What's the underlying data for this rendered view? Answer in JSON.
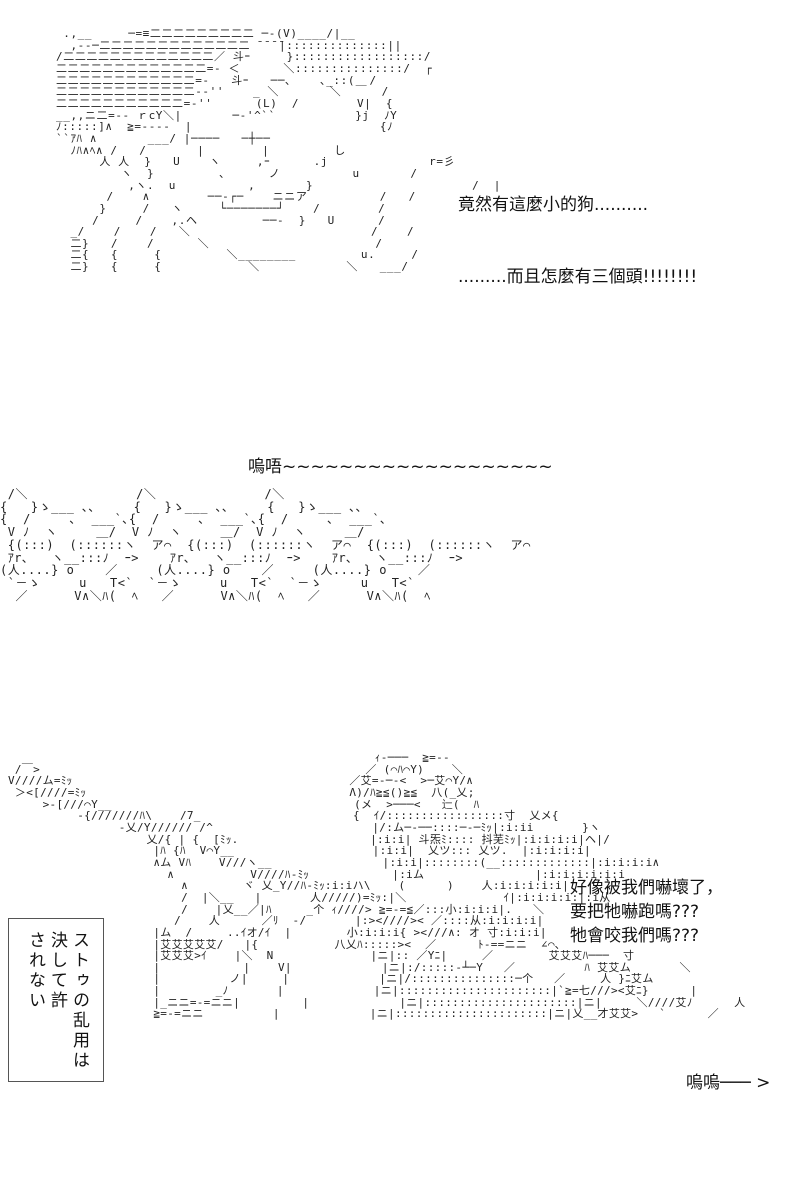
{
  "panel1": {
    "dialogue": [
      "竟然有這麼小的狗..........",
      ".........而且怎麼有三個頭!!!!!!!!"
    ],
    "art": [
      " .,__     ─=≡二二二二二二二二二 ─-(V)____/|__",
      "  ,-‐─二二二二二二二二二二二二二 ̄ ̄ ̄ ̄|::::::::::::::|| ",
      "/二二二二二二二二二二二二二／ 斗ｰ     }::::::::::::::::::/",
      "二二二二二二二二二二二二二=- ＜      ＼:::::::::::::::/  ┌",
      "二二二二二二二二二二二二=-   斗ｰ   ──､    ､_::(  /",
      "二二二二二二二二二二二二-‐''    _ ＼       ＼  ￣  /",
      "二二二二二二二二二二二=-''      (L)  /        V|  {",
      "__,,ニ二=-‐ ｒcY＼|       ─‐'^``           }j  ﾉY",
      "ﾉ:::::]∧  ≧=----  |                          {ﾉ",
      "``ｱﾊ ∧       ___/ |────   ─┼──",
      "  ﾉﾊ∧ﾍ∧ /   /       |        |         し",
      "      人 人  }   U    ヽ     ,ｰ      .j              r=彡",
      "         ヽ  }         ､      ノ          u       /",
      "          ,ヽ.  u          ,       }                      /  |",
      "       /    ∧        ──‐┌─    ニニア          /   /",
      "      }     /   ヽ     └───────┘    /        /",
      "     /     /    ,.ヘ         ──‐  }   U      /",
      "  _/    /    /   ＼                         /    /",
      "  二}   /    /      ＼                       /",
      "  二{   {     {         ＼________         u.     /",
      "  二}   {     {            ＼            ＼   ___/"
    ]
  },
  "panel2": {
    "dialogue": "嗚唔~~~~~~~~~~~~~~~~~~~",
    "art": [
      " /＼              /＼              /＼",
      "{   }ゝ___ ､､     {   }ゝ___ ､､     {   }ゝ___ ､､",
      "{  /     ､  ___`､{  /     ､  ___`､{  /     ､  ___`､",
      " V ﾉ  ヽ     ＿/  V ﾉ  ヽ     ＿/  V ﾉ  ヽ     ＿/",
      " {(:::)  (::::::ヽ  ア⌒  {(:::)  (::::::ヽ  ア⌒  {(:::)  (::::::ヽ  ア⌒",
      " ｱr､   ヽ__:::ﾉ  ｰ>    ｱr､   ヽ__:::ﾉ  ｰ>    ｱr､   ヽ__:::ﾉ  ｰ>",
      "(人....} o    ／     (人....} o    ／     (人....} o    ／",
      " `－ゝ     u   T<`  `－ゝ     u   T<`  `－ゝ     u   T<`",
      "  ／      V∧＼ﾊ(  ﾍ   ／      V∧＼ﾊ(  ﾍ   ／      V∧＼ﾊ(  ﾍ"
    ]
  },
  "panel3": {
    "dialogue": "好像被我們嚇壞了，\n要把牠嚇跑嗎???\n牠會咬我們嗎???",
    "sound": "嗚嗚─── >",
    "sign": [
      "ストゥの乱用は",
      "決して許",
      "されない"
    ],
    "art": [
      "                                                     ｨ‐───  ≧=--",
      " /￣>                                               ／ (⌒ﾊ⌒Y)    ＼",
      "V////ム=ﾐｯ                                        ／艾=-─-<  >─艾⌒Y/∧",
      " ＞<[////=ﾐｯ                                      Λ)/ﾊ≧≦()≧≦  八(_乂;",
      "     >-[///⌒Y__                                   (メ  >───<   辷(  ﾊ",
      "          -{///////ﾊ\\    /7_                      {  ｲ/:::::::::::::::::寸  乂メ{",
      "                -乂/Y////// /^                       |/:ム─‐──::::─‐─ﾐｯ|:i:ii       }ヽ",
      "                    乂/{ | {  [ﾐｯ.                   |:i:i| 斗炁ﾐ:::: 抖芜ﾐｯ|:i:i:i:i|ヘ|/",
      "                     |ﾊ {ﾊ  V⌒Y__                    |:i:i|  乂ツ::: 乂ツ.  |:i:i:i:i|",
      "                     ∧ム Vﾊ    V///ヽ__                |:i:i|::::::::(__:::::::::::::|:i:i:i:i∧",
      "                       ∧           V////ﾊ-ﾐｯ            |:iム                |:i:i:i:i:i:i",
      "                         ∧        ヾ 乂_Y//ﾊ-ﾐｯ:i:iハ\\    (      )    人:i:i:i:i:i|",
      "                         /  |＼__   |       人/////)=ﾐｯ:|＼              ｲ|:i:i:i:i:|:i从",
      "                         /    |乂__／|ﾊ     _个 ｨ////> ≧=-=≦／:::小:i:i:i|.   ＼",
      "                        /    人      ／ﾘ  -/       |:><////>< ／::::从:i:i:i:i|",
      "                     |ム  /     ..ｲオ/ｲ  |        小:i:i:i{ ><///∧: オ 寸:i:i:i|",
      "                     |艾艾艾艾艾/   |{           八乂ﾊ:::::><  ／      ﾄ-==ニニ  ∠⌒､",
      "                     |艾艾艾>ｲ    |＼  N              |ニ|:: ／Yﾆ|     ／        艾艾艾ﾊ───  寸",
      "                     |            |    V|             |ニ|:/:::::‐┴─Y   ／          ﾊ 艾艾ム       ＼",
      "                     |          ノ|     |             |ニ|/:::::::::::::::─个   ／     人 }ﾆ艾ム",
      "                     |        _ﾉ       |             |ニ|::::::::::::::::::::::|`≧=七///><艾ﾆ}      |",
      "                     |_ニニ=-=ニニ|         |             |ニ|::::::::::::::::::::::|ニ|     ＼////艾ﾉ      人",
      "                     ≧=-=ニニ          |             |ニ|::::::::::::::::::::::|ニ|乂__才艾艾>   `      ／"
    ]
  }
}
